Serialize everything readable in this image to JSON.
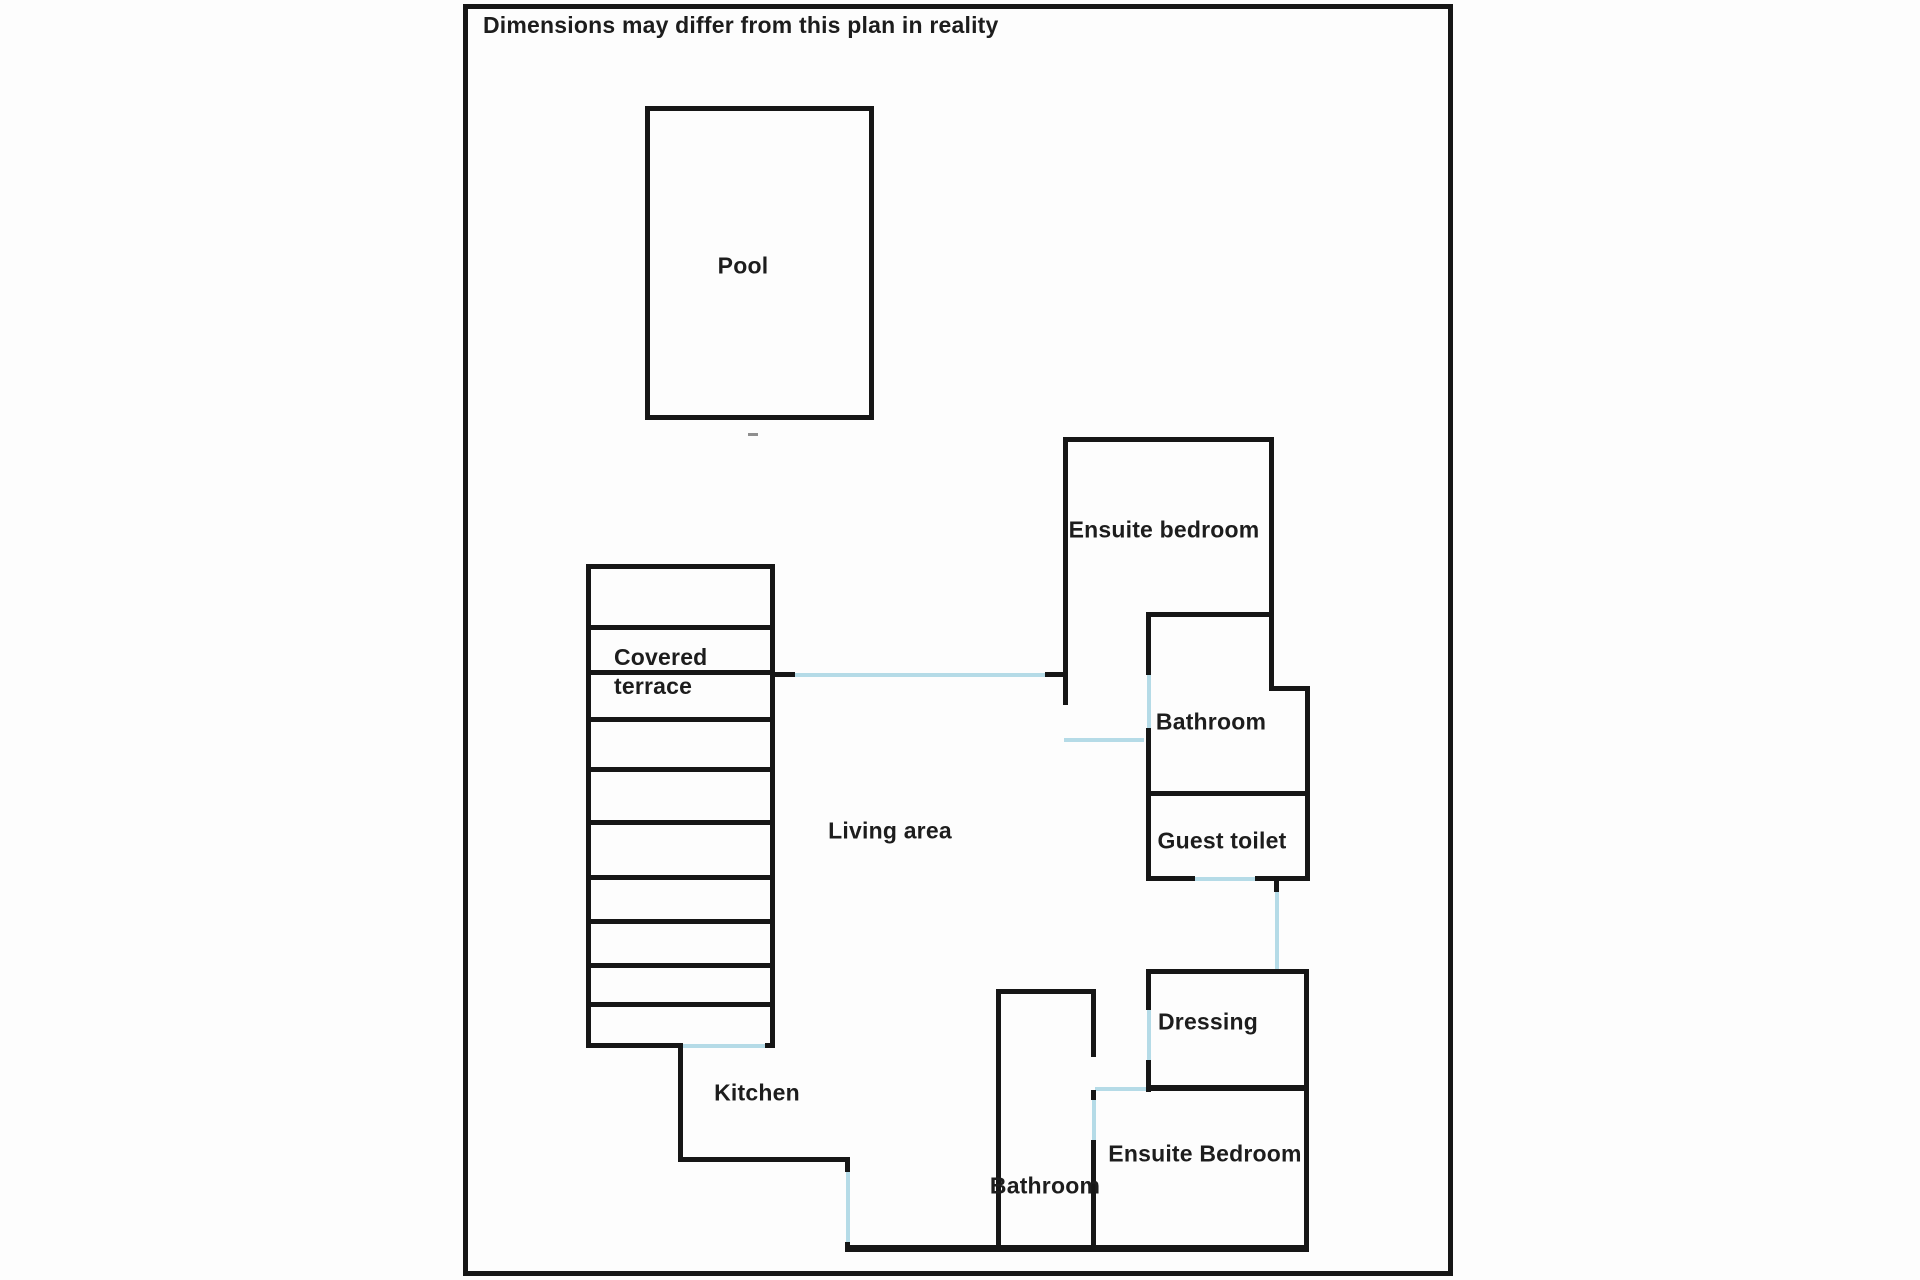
{
  "labels": {
    "title": "Dimensions may differ from this plan in reality",
    "pool": "Pool",
    "ensuite_bedroom_top": "Ensuite bedroom",
    "covered": "Covered",
    "terrace": "terrace",
    "bathroom_right": "Bathroom",
    "guest_toilet": "Guest toilet",
    "living_area": "Living area",
    "dressing": "Dressing",
    "kitchen": "Kitchen",
    "bathroom_bottom": "Bathroom",
    "ensuite_bedroom_bottom": "Ensuite Bedroom"
  },
  "colors": {
    "wall": "#161616",
    "door_opening": "#b5dbe7",
    "background": "#fdfdfd",
    "text": "#1d1d1d"
  }
}
